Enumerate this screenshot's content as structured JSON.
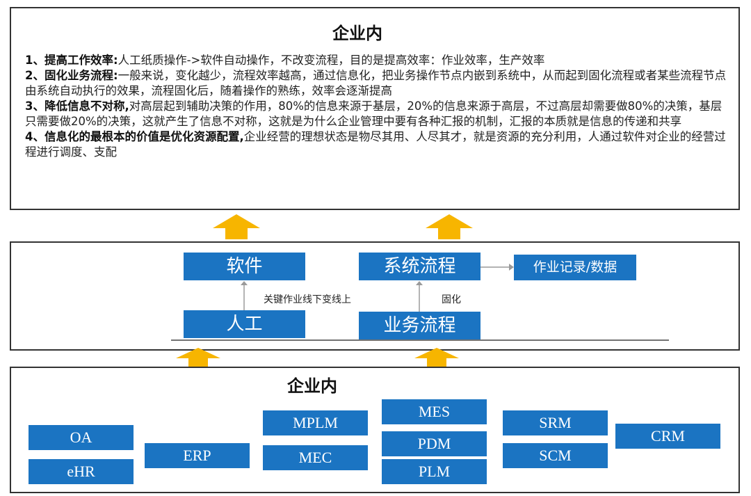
{
  "top": {
    "title": "企业内",
    "points": [
      {
        "bold": "1、提高工作效率:",
        "text": "人工纸质操作->软件自动操作，不改变流程，目的是提高效率：作业效率，生产效率"
      },
      {
        "bold": "2、固化业务流程:",
        "text": "一般来说，变化越少，流程效率越高，通过信息化，把业务操作节点内嵌到系统中，从而起到固化流程或者某些流程节点由系统自动执行的效果，流程固化后，随着操作的熟练，效率会逐渐提高"
      },
      {
        "bold": "3、降低信息不对称,",
        "text": "对高层起到辅助决策的作用，80%的信息来源于基层，20%的信息来源于高层，不过高层却需要做80%的决策，基层只需要做20%的决策，这就产生了信息不对称，这就是为什么企业管理中要有各种汇报的机制，汇报的本质就是信息的传递和共享"
      },
      {
        "bold": "4、信息化的最根本的价值是优化资源配置,",
        "text": "企业经营的理想状态是物尽其用、人尽其才，就是资源的充分利用，人通过软件对企业的经营过程进行调度、支配"
      }
    ]
  },
  "middle": {
    "software": "软件",
    "manual": "人工",
    "system_flow": "系统流程",
    "business_flow": "业务流程",
    "records": "作业记录/数据",
    "label_online": "关键作业线下变线上",
    "label_solidify": "固化"
  },
  "bottom": {
    "title": "企业内",
    "systems": {
      "oa": "OA",
      "ehr": "eHR",
      "erp": "ERP",
      "mplm": "MPLM",
      "mec": "MEC",
      "mes": "MES",
      "pdm": "PDM",
      "plm": "PLM",
      "srm": "SRM",
      "scm": "SCM",
      "crm": "CRM"
    }
  },
  "colors": {
    "box_blue": "#1b74c2",
    "arrow_yellow": "#f7b500",
    "arrow_gray": "#9a9a9a"
  }
}
